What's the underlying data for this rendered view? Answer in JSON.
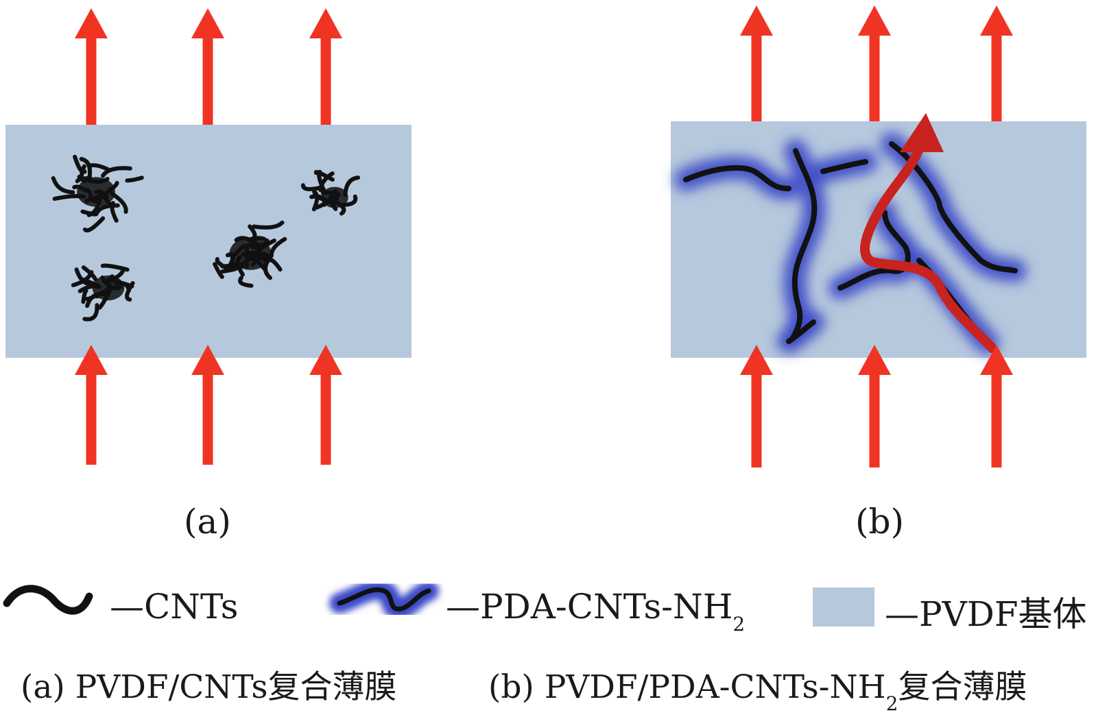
{
  "colors": {
    "matrix": "#b6c8dc",
    "arrow": "#f03424",
    "path_arrow": "#c8231e",
    "cnt": "#111111",
    "coating": "#3b49c8"
  },
  "panels": {
    "a": {
      "label": "(a)"
    },
    "b": {
      "label": "(b)"
    }
  },
  "legend": {
    "cnt": {
      "text": "—CNTs"
    },
    "pda": {
      "text": "—PDA-CNTs-NH",
      "sub": "2"
    },
    "pvdf": {
      "text": "—PVDF基体"
    }
  },
  "captions": {
    "a": {
      "text": "(a) PVDF/CNTs复合薄膜"
    },
    "b": {
      "text_pre": "(b) PVDF/PDA-CNTs-NH",
      "sub": "2",
      "text_post": "复合薄膜"
    }
  }
}
